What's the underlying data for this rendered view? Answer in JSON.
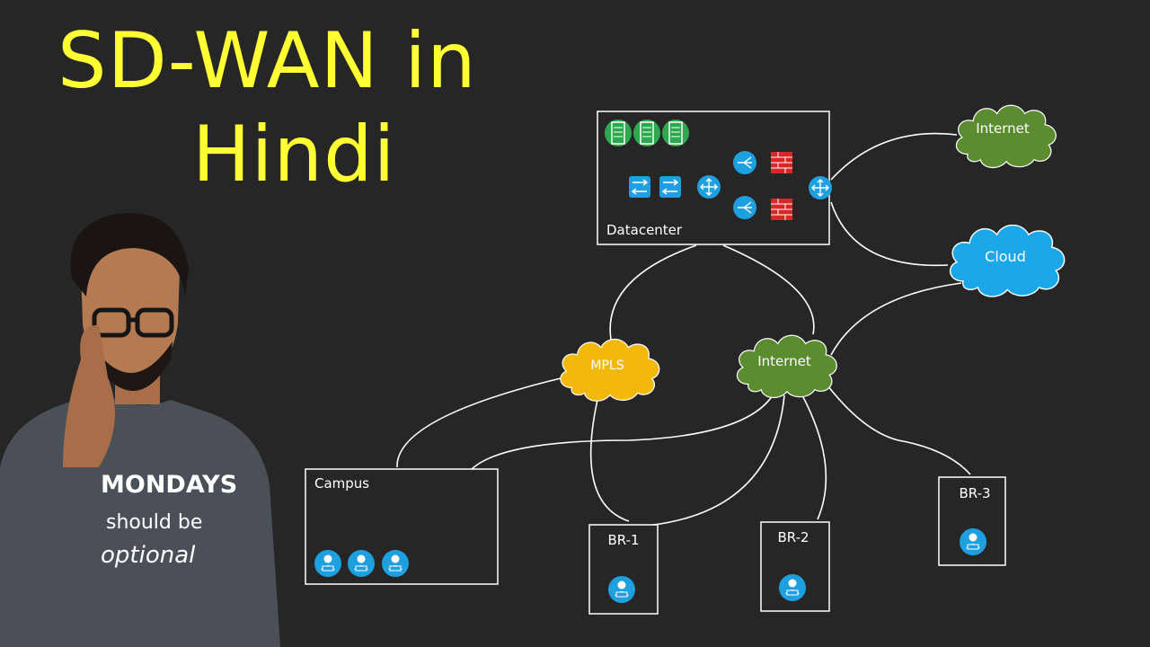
{
  "title": {
    "line1": "SD-WAN in",
    "line2": "Hindi"
  },
  "presenter": {
    "shirt_text": [
      "MONDAYS",
      "should be",
      "optional"
    ]
  },
  "sites": {
    "datacenter": "Datacenter",
    "campus": "Campus",
    "br1": "BR-1",
    "br2": "BR-2",
    "br3": "BR-3"
  },
  "clouds": {
    "internet_top": "Internet",
    "cloud": "Cloud",
    "mpls": "MPLS",
    "internet_mid": "Internet"
  },
  "colors": {
    "background": "#262626",
    "title": "#ffff33",
    "internet_cloud": "#5b8c2f",
    "cloud_cloud": "#1aa8e8",
    "mpls_cloud": "#f2b90c",
    "device_blue": "#1ea0e0",
    "server_green": "#2ea84e",
    "firewall_red": "#d92626",
    "links": "#ffffff"
  },
  "icons": [
    "server-icon",
    "switch-icon",
    "router-icon",
    "load-balancer-icon",
    "firewall-icon",
    "user-laptop-icon"
  ]
}
